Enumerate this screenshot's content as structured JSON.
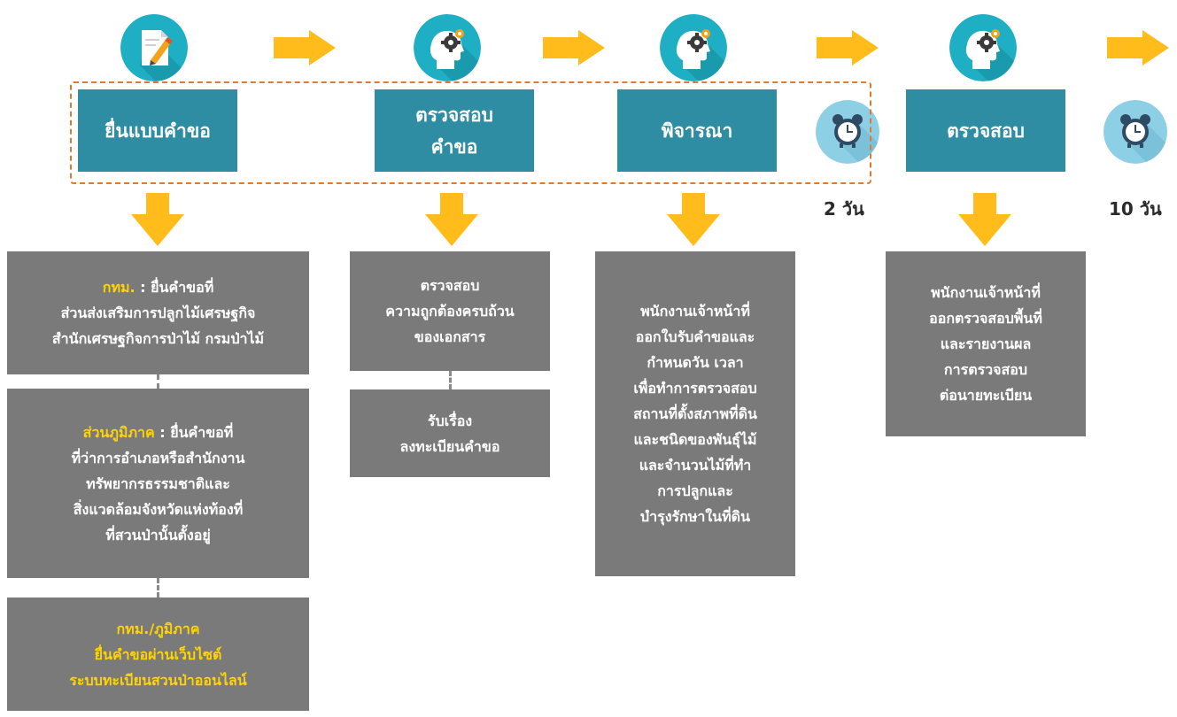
{
  "steps": [
    {
      "label": "ยื่นแบบคำขอ"
    },
    {
      "label_line1": "ตรวจสอบ",
      "label_line2": "คำขอ"
    },
    {
      "label": "พิจารณา"
    },
    {
      "label": "ตรวจสอบ"
    }
  ],
  "durations": [
    "2 วัน",
    "10 วัน"
  ],
  "icons": [
    "document-pen-icon",
    "head-gear-icon",
    "head-gear-icon",
    "alarm-clock-icon",
    "head-gear-icon",
    "alarm-clock-icon"
  ],
  "colors": {
    "step_box": "#2E8DA3",
    "info_box": "#7a7a7a",
    "arrow": "#FFBC1A",
    "highlight": "#FFD400",
    "dashed_frame": "#E07A2E",
    "icon_bg": "#1FAFC4",
    "clock_bg": "#8DD0E6"
  },
  "col1": {
    "box1": {
      "highlight": "กทม.",
      "line1_rest": " : ยื่นคำขอที่",
      "line2": "ส่วนส่งเสริมการปลูกไม้เศรษฐกิจ",
      "line3": "สำนักเศรษฐกิจการป่าไม้ กรมป่าไม้"
    },
    "box2": {
      "highlight": "ส่วนภูมิภาค",
      "line1_rest": " : ยื่นคำขอที่",
      "line2": "ที่ว่าการอำเภอหรือสำนักงาน",
      "line3": "ทรัพยากรธรรมชาติและ",
      "line4": "สิ่งแวดล้อมจังหวัดแห่งท้องที่",
      "line5": "ที่สวนป่านั้นตั้งอยู่"
    },
    "box3": {
      "line1": "กทม./ภูมิภาค",
      "line2": "ยื่นคำขอผ่านเว็บไซต์",
      "line3": "ระบบทะเบียนสวนป่าออนไลน์"
    }
  },
  "col2": {
    "box1": {
      "line1": "ตรวจสอบ",
      "line2": "ความถูกต้องครบถ้วน",
      "line3": "ของเอกสาร"
    },
    "box2": {
      "line1": "รับเรื่อง",
      "line2": "ลงทะเบียนคำขอ"
    }
  },
  "col3": {
    "lines": [
      "พนักงานเจ้าหน้าที่",
      "ออกใบรับคำขอและ",
      "กำหนดวัน เวลา",
      "เพื่อทำการตรวจสอบ",
      "สถานที่ตั้งสภาพที่ดิน",
      "และชนิดของพันธุ์ไม้",
      "และจำนวนไม้ที่ทำ",
      "การปลูกและ",
      "บำรุงรักษาในที่ดิน"
    ]
  },
  "col4": {
    "lines": [
      "พนักงานเจ้าหน้าที่",
      "ออกตรวจสอบพื้นที่",
      "และรายงานผล",
      "การตรวจสอบ",
      "ต่อนายทะเบียน"
    ]
  }
}
